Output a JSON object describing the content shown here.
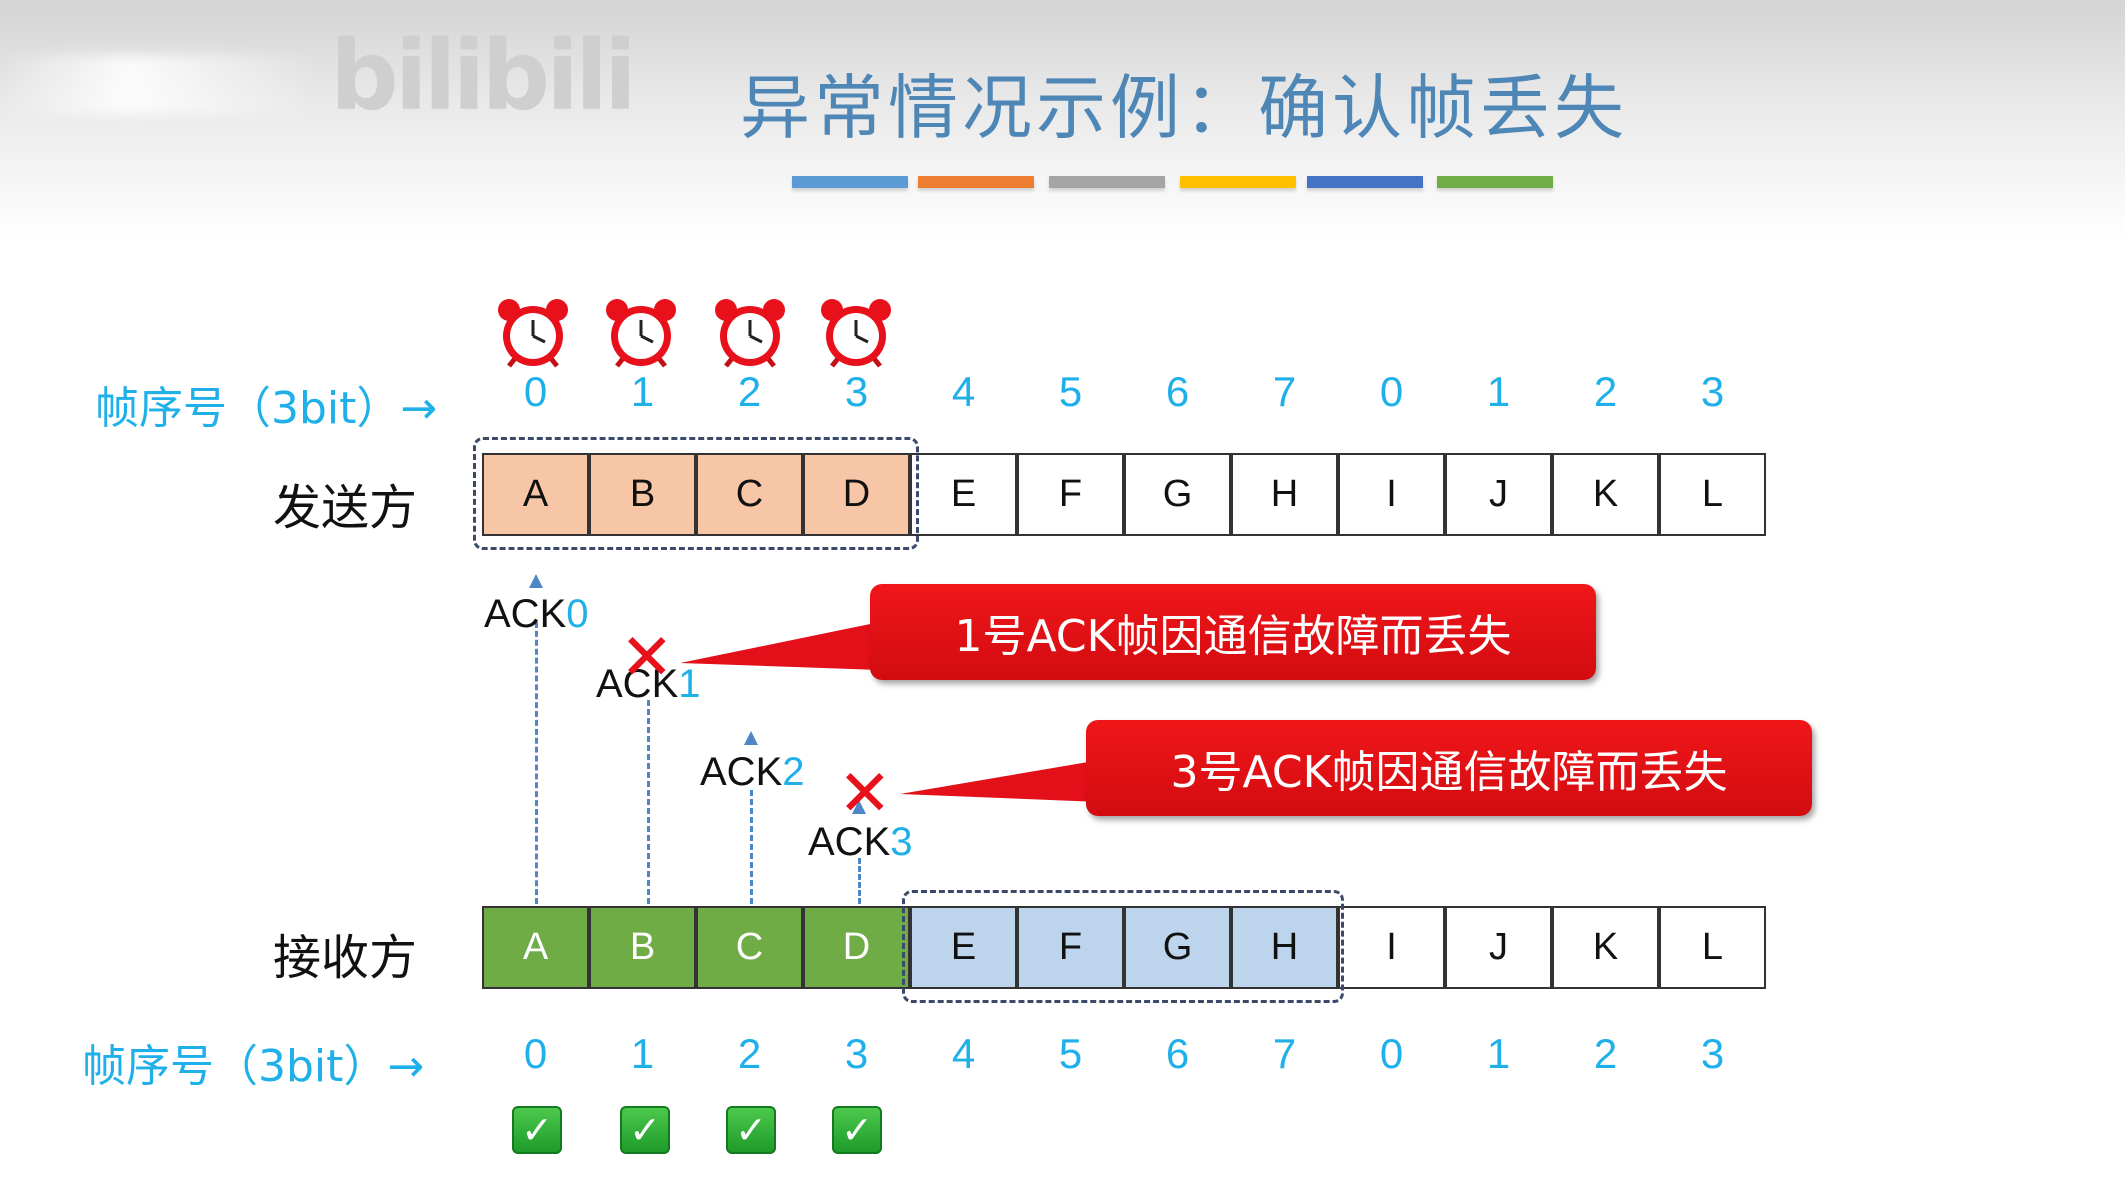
{
  "title": "异常情况示例：确认帧丢失",
  "watermark": "bilibili",
  "title_bar_colors": [
    "#5b9bd5",
    "#ed7d31",
    "#a5a5a5",
    "#ffc000",
    "#4472c4",
    "#70ad47"
  ],
  "seq_label": "帧序号（3bit）→",
  "sender_label": "发送方",
  "receiver_label": "接收方",
  "seq_numbers": [
    "0",
    "1",
    "2",
    "3",
    "4",
    "5",
    "6",
    "7",
    "0",
    "1",
    "2",
    "3"
  ],
  "frames": [
    "A",
    "B",
    "C",
    "D",
    "E",
    "F",
    "G",
    "H",
    "I",
    "J",
    "K",
    "L"
  ],
  "acks": [
    {
      "prefix": "ACK",
      "num": "0"
    },
    {
      "prefix": "ACK",
      "num": "1"
    },
    {
      "prefix": "ACK",
      "num": "2"
    },
    {
      "prefix": "ACK",
      "num": "3"
    }
  ],
  "lost_mark": "✕",
  "callouts": [
    "1号ACK帧因通信故障而丢失",
    "3号ACK帧因通信故障而丢失"
  ],
  "check_mark": "✓",
  "icons": {
    "timer": "alarm-clock-icon",
    "check": "check-box-icon",
    "lost": "red-x-icon",
    "arrow": "right-arrow-icon"
  }
}
